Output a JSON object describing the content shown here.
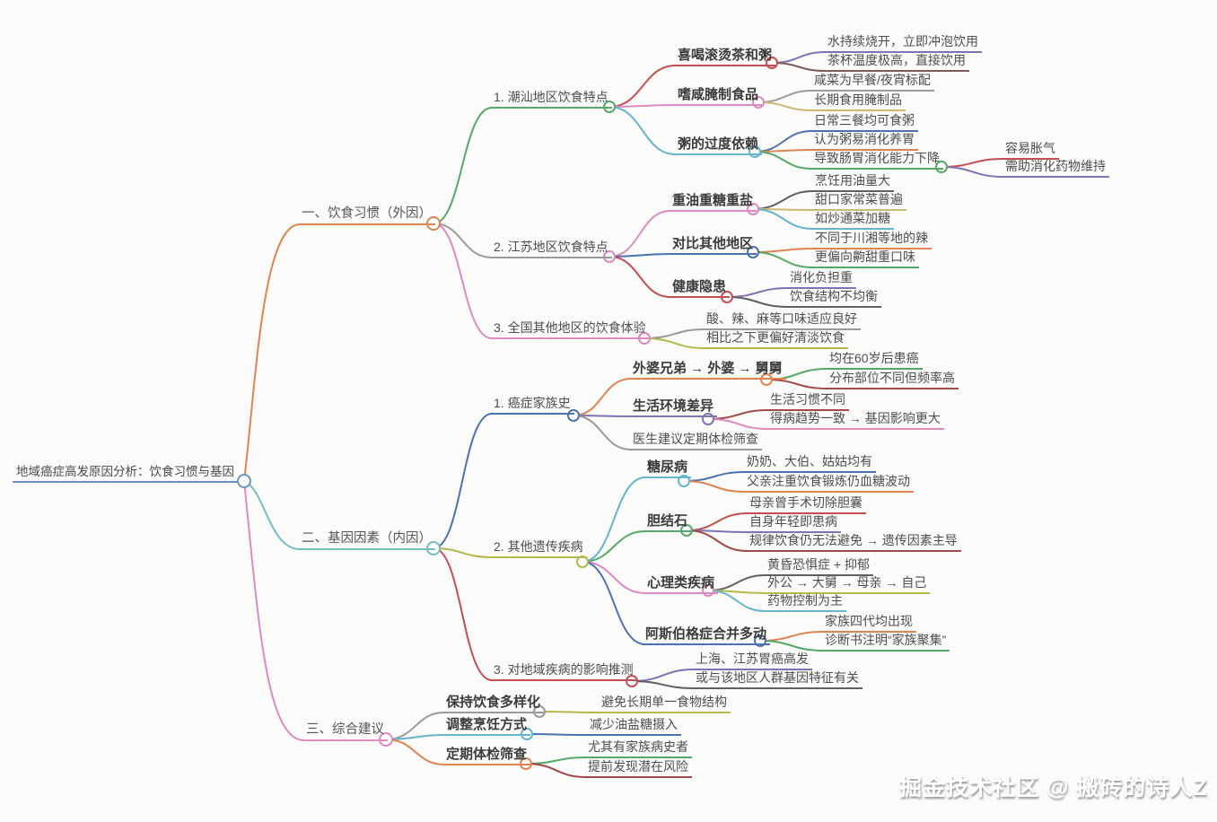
{
  "watermark": "掘金技术社区 @ 搬砖的诗人Z",
  "palette": {
    "root_blue": "#6b93bd",
    "orange": "#dd8452",
    "teal": "#72bfbf",
    "pink": "#dd8ac0",
    "green": "#55a868",
    "red": "#c44e52",
    "blue": "#4c72b0",
    "cyan": "#64b5cd",
    "purple": "#8172b2",
    "maroon": "#7d5c5c",
    "gray": "#9a9a9a",
    "dark_gray": "#606060",
    "yellow": "#ccb974",
    "yellow_green": "#b2b84a",
    "dark_red": "#a04a4a",
    "background": "#fbfbfa"
  },
  "mindmap": {
    "root": {
      "label": "地域癌症高发原因分析：饮食习惯与基因"
    },
    "branches": [
      {
        "label": "一、饮食习惯（外因）",
        "children": [
          {
            "label": "1. 潮汕地区饮食特点",
            "children": [
              {
                "label": "喜喝滚烫茶和粥",
                "children": [
                  {
                    "label": "水持续烧开，立即冲泡饮用"
                  },
                  {
                    "label": "茶杯温度极高，直接饮用"
                  }
                ]
              },
              {
                "label": "嗜咸腌制食品",
                "children": [
                  {
                    "label": "咸菜为早餐/夜宵标配"
                  },
                  {
                    "label": "长期食用腌制品"
                  }
                ]
              },
              {
                "label": "粥的过度依赖",
                "children": [
                  {
                    "label": "日常三餐均可食粥"
                  },
                  {
                    "label": "认为粥易消化养胃"
                  },
                  {
                    "label": "导致肠胃消化能力下降",
                    "children": [
                      {
                        "label": "容易胀气"
                      },
                      {
                        "label": "需助消化药物维持"
                      }
                    ]
                  }
                ]
              }
            ]
          },
          {
            "label": "2. 江苏地区饮食特点",
            "children": [
              {
                "label": "重油重糖重盐",
                "children": [
                  {
                    "label": "烹饪用油量大"
                  },
                  {
                    "label": "甜口家常菜普遍"
                  },
                  {
                    "label": "如炒通菜加糖"
                  }
                ]
              },
              {
                "label": "对比其他地区",
                "children": [
                  {
                    "label": "不同于川湘等地的辣"
                  },
                  {
                    "label": "更偏向齁甜重口味"
                  }
                ]
              },
              {
                "label": "健康隐患",
                "children": [
                  {
                    "label": "消化负担重"
                  },
                  {
                    "label": "饮食结构不均衡"
                  }
                ]
              }
            ]
          },
          {
            "label": "3. 全国其他地区的饮食体验",
            "children": [
              {
                "label": "酸、辣、麻等口味适应良好"
              },
              {
                "label": "相比之下更偏好清淡饮食"
              }
            ]
          }
        ]
      },
      {
        "label": "二、基因因素（内因）",
        "children": [
          {
            "label": "1. 癌症家族史",
            "children": [
              {
                "label": "外婆兄弟 → 外婆 → 舅舅",
                "children": [
                  {
                    "label": "均在60岁后患癌"
                  },
                  {
                    "label": "分布部位不同但频率高"
                  }
                ]
              },
              {
                "label": "生活环境差异",
                "children": [
                  {
                    "label": "生活习惯不同"
                  },
                  {
                    "label": "得病趋势一致 → 基因影响更大"
                  }
                ]
              },
              {
                "label": "医生建议定期体检筛查"
              }
            ]
          },
          {
            "label": "2. 其他遗传疾病",
            "children": [
              {
                "label": "糖尿病",
                "children": [
                  {
                    "label": "奶奶、大伯、姑姑均有"
                  },
                  {
                    "label": "父亲注重饮食锻炼仍血糖波动"
                  }
                ]
              },
              {
                "label": "胆结石",
                "children": [
                  {
                    "label": "母亲曾手术切除胆囊"
                  },
                  {
                    "label": "自身年轻即患病"
                  },
                  {
                    "label": "规律饮食仍无法避免 → 遗传因素主导"
                  }
                ]
              },
              {
                "label": "心理类疾病",
                "children": [
                  {
                    "label": "黄昏恐惧症 + 抑郁"
                  },
                  {
                    "label": "外公 → 大舅 → 母亲 → 自己"
                  },
                  {
                    "label": "药物控制为主"
                  }
                ]
              },
              {
                "label": "阿斯伯格症合并多动",
                "children": [
                  {
                    "label": "家族四代均出现"
                  },
                  {
                    "label": "诊断书注明“家族聚集”"
                  }
                ]
              }
            ]
          },
          {
            "label": "3. 对地域疾病的影响推测",
            "children": [
              {
                "label": "上海、江苏胃癌高发"
              },
              {
                "label": "或与该地区人群基因特征有关"
              }
            ]
          }
        ]
      },
      {
        "label": "三、综合建议",
        "children": [
          {
            "label": "保持饮食多样化",
            "children": [
              {
                "label": "避免长期单一食物结构"
              }
            ]
          },
          {
            "label": "调整烹饪方式",
            "children": [
              {
                "label": "减少油盐糖摄入"
              }
            ]
          },
          {
            "label": "定期体检筛查",
            "children": [
              {
                "label": "尤其有家族病史者"
              },
              {
                "label": "提前发现潜在风险"
              }
            ]
          }
        ]
      }
    ]
  }
}
